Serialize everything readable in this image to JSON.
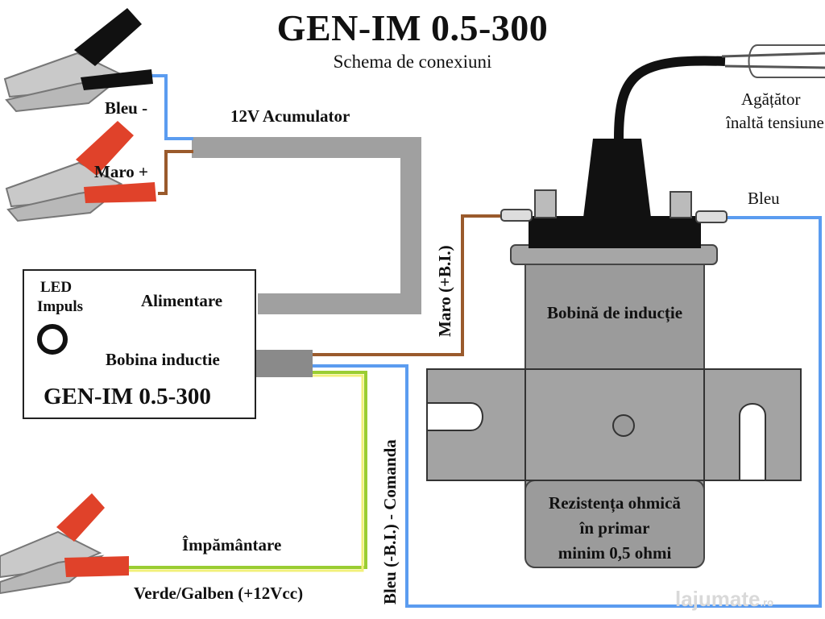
{
  "title": "GEN-IM 0.5-300",
  "subtitle": "Schema de conexiuni",
  "wires": {
    "blue_minus": "Bleu -",
    "brown_plus": "Maro +",
    "battery": "12V Acumulator",
    "brown_bi": "Maro (+B.I.)",
    "blue_right": "Bleu",
    "blue_command": "Bleu (-B.I.) - Comanda",
    "ground": "Împământare",
    "green_yellow": "Verde/Galben (+12Vcc)"
  },
  "control_box": {
    "led_line1": "LED",
    "led_line2": "Impuls",
    "power": "Alimentare",
    "coil": "Bobina inductie",
    "model": "GEN-IM 0.5-300"
  },
  "coil": {
    "label": "Bobină de inducție",
    "resistance_line1": "Rezistența ohmică",
    "resistance_line2": "în primar",
    "resistance_line3": "minim 0,5 ohmi"
  },
  "hv_hook": {
    "line1": "Agățător",
    "line2": "înaltă tensiune"
  },
  "watermark": {
    "brand": "lajumate",
    "suffix": ".ro"
  },
  "colors": {
    "blue_wire": "#5b9cf0",
    "brown_wire": "#9a5a2c",
    "gray_cable": "#a0a0a0",
    "green_wire": "#9acd32",
    "yellow_wire": "#f2f07a",
    "clamp_red": "#e0422a",
    "clamp_black": "#111111",
    "coil_gray": "#9b9b9b",
    "bracket_gray": "#a3a3a3"
  }
}
